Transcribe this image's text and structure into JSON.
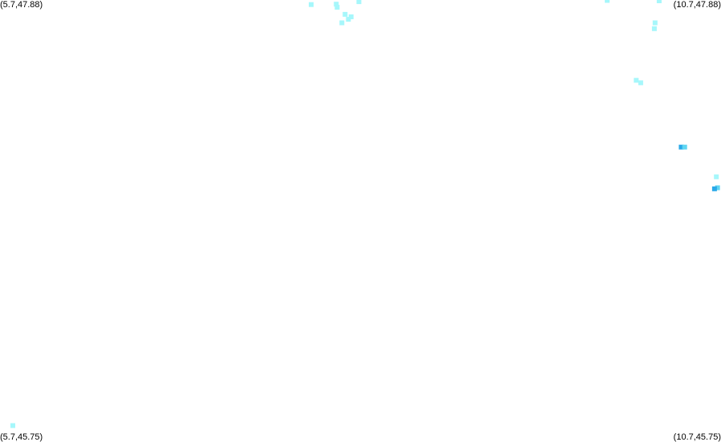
{
  "corners": {
    "top_left": "(5.7,47.88)",
    "top_right": "(10.7,47.88)",
    "bottom_left": "(5.7,45.75)",
    "bottom_right": "(10.7,45.75)"
  },
  "extent": {
    "lon_min": 5.7,
    "lon_max": 10.7,
    "lat_min": 45.75,
    "lat_max": 47.88
  },
  "colors": {
    "background": "#ffffff",
    "light": "#a6f7fb",
    "medium": "#5fd6f2",
    "dark": "#2ba9e8"
  },
  "features": [
    {
      "lon": 7.858,
      "lat": 47.858,
      "level": "light"
    },
    {
      "lon": 8.032,
      "lat": 47.86,
      "level": "light"
    },
    {
      "lon": 8.038,
      "lat": 47.845,
      "level": "light"
    },
    {
      "lon": 8.189,
      "lat": 47.872,
      "level": "light"
    },
    {
      "lon": 8.093,
      "lat": 47.811,
      "level": "light"
    },
    {
      "lon": 8.135,
      "lat": 47.799,
      "level": "light"
    },
    {
      "lon": 8.116,
      "lat": 47.787,
      "level": "light"
    },
    {
      "lon": 8.071,
      "lat": 47.77,
      "level": "light"
    },
    {
      "lon": 9.911,
      "lat": 47.878,
      "level": "light"
    },
    {
      "lon": 10.271,
      "lat": 47.876,
      "level": "light"
    },
    {
      "lon": 10.243,
      "lat": 47.77,
      "level": "light"
    },
    {
      "lon": 10.238,
      "lat": 47.742,
      "level": "light"
    },
    {
      "lon": 10.112,
      "lat": 47.493,
      "level": "light"
    },
    {
      "lon": 10.143,
      "lat": 47.481,
      "level": "light"
    },
    {
      "lon": 10.424,
      "lat": 47.171,
      "level": "dark"
    },
    {
      "lon": 10.448,
      "lat": 47.171,
      "level": "medium"
    },
    {
      "lon": 10.668,
      "lat": 47.028,
      "level": "light"
    },
    {
      "lon": 10.676,
      "lat": 46.975,
      "level": "medium"
    },
    {
      "lon": 10.655,
      "lat": 46.97,
      "level": "dark"
    },
    {
      "lon": 5.789,
      "lat": 45.829,
      "level": "light"
    }
  ]
}
